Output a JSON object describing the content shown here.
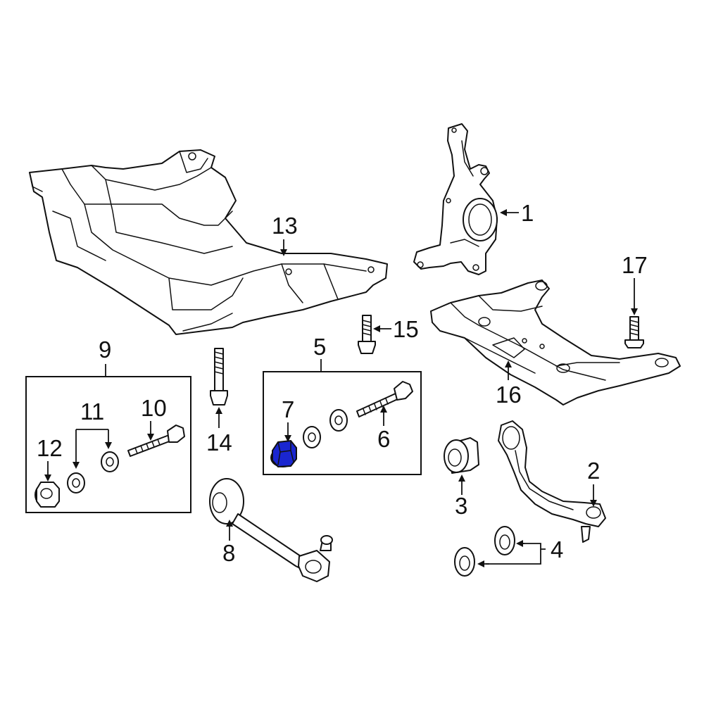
{
  "colors": {
    "line": "#111111",
    "background": "#ffffff",
    "highlight": "#1a26d0"
  },
  "callouts": {
    "c1": "1",
    "c2": "2",
    "c3": "3",
    "c4": "4",
    "c5": "5",
    "c6": "6",
    "c7": "7",
    "c8": "8",
    "c9": "9",
    "c10": "10",
    "c11": "11",
    "c12": "12",
    "c13": "13",
    "c14": "14",
    "c15": "15",
    "c16": "16",
    "c17": "17"
  },
  "highlighted_part": "7"
}
